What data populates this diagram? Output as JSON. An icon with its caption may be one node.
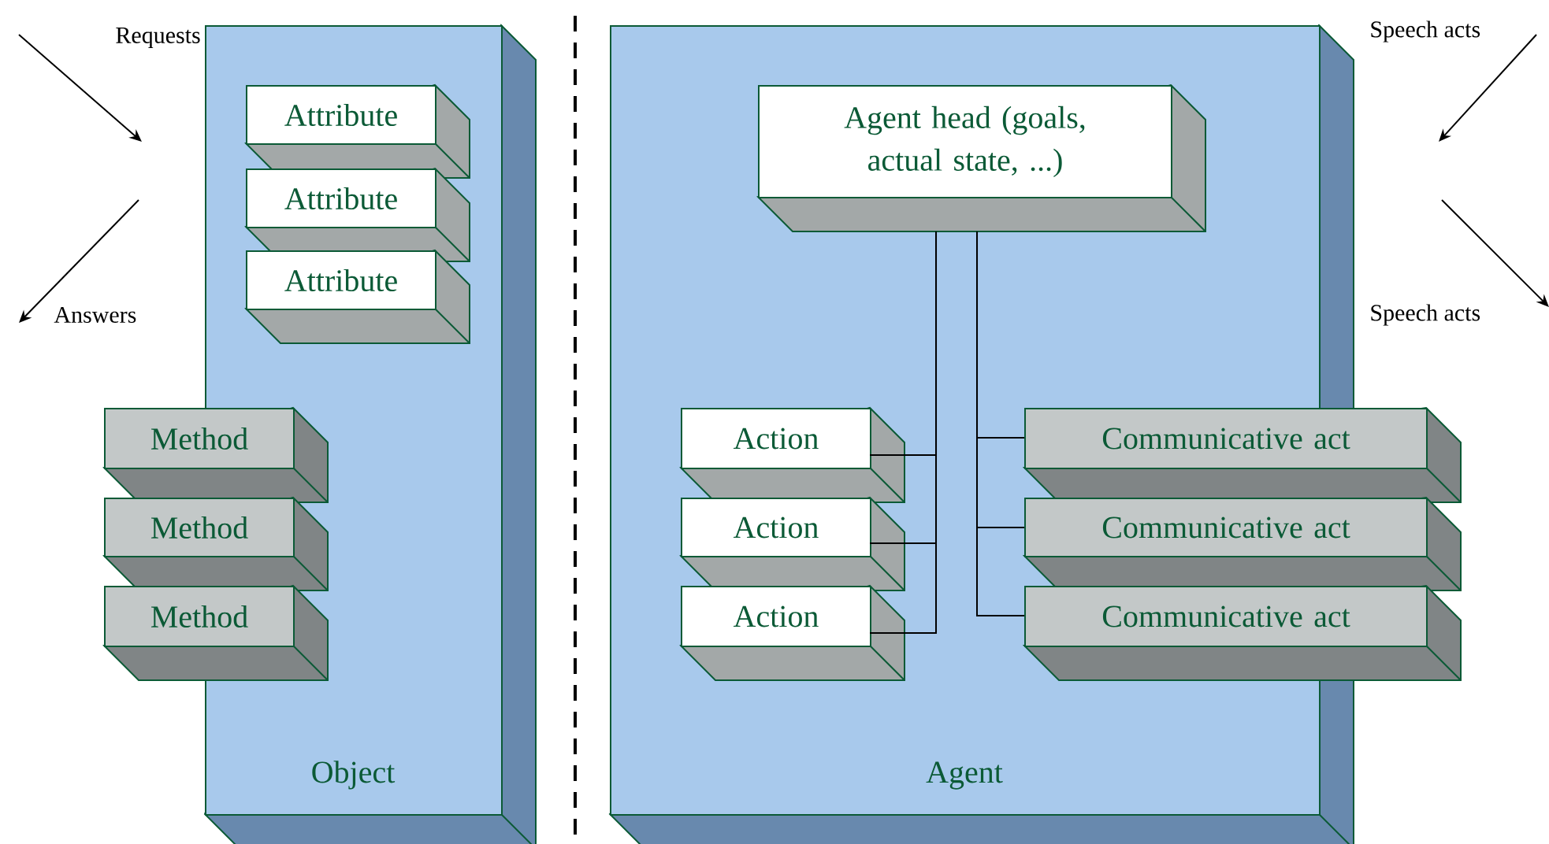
{
  "diagram": {
    "nodes": [
      {
        "text": [
          "Object"
        ]
      },
      {
        "text": [
          "Attribute"
        ],
        "in": 0
      },
      {
        "text": [
          "Attribute"
        ],
        "in": 0
      },
      {
        "text": [
          "Attribute"
        ],
        "in": 0
      },
      {
        "text": [
          "Method"
        ]
      },
      {
        "text": [
          "Method"
        ]
      },
      {
        "text": [
          "Method"
        ]
      },
      {
        "text": [
          "Agent"
        ]
      },
      {
        "text": [
          "Agent head (goals, actual state, ...)"
        ],
        "in": 7
      },
      {
        "text": [
          "Action"
        ],
        "in": 7
      },
      {
        "text": [
          "Action"
        ],
        "in": 7
      },
      {
        "text": [
          "Action"
        ],
        "in": 7
      },
      {
        "text": [
          "Communicative act"
        ]
      },
      {
        "text": [
          "Communicative act"
        ]
      },
      {
        "text": [
          "Communicative act"
        ]
      }
    ],
    "edges": [
      {
        "from": 8,
        "to": 9,
        "arrow": "none"
      },
      {
        "from": 8,
        "to": 10,
        "arrow": "none"
      },
      {
        "from": 8,
        "to": 11,
        "arrow": "none"
      },
      {
        "from": 8,
        "to": 12,
        "arrow": "none"
      },
      {
        "from": 8,
        "to": 13,
        "arrow": "none"
      },
      {
        "from": 8,
        "to": 14,
        "arrow": "none"
      }
    ],
    "labels": [
      "Requests",
      "Speech acts",
      "Answers",
      "Speech acts"
    ]
  }
}
